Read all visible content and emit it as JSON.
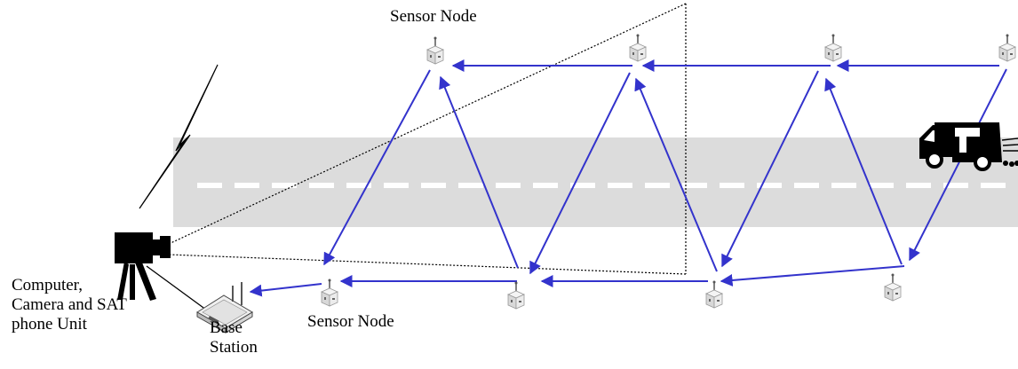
{
  "labels": {
    "sensor_node_top": "Sensor Node",
    "sensor_node_bottom": "Sensor Node",
    "computer_unit": [
      "Computer,",
      "Camera and SAT",
      "phone Unit"
    ],
    "base_station": [
      "Base",
      "Station"
    ]
  },
  "colors": {
    "arrow": "#3333cc",
    "road": "#dcdcdc",
    "lane_marking": "#ffffff",
    "wireless_bolt_fill": "#1fa383",
    "camera": "#000000",
    "sensor_body": "#e8e8e8"
  },
  "icons": {
    "camera": "camera-tripod-icon",
    "sensor": "sensor-node-icon",
    "base_station": "router-icon",
    "vehicle": "truck-icon",
    "wireless": "lightning-bolt-icon"
  }
}
